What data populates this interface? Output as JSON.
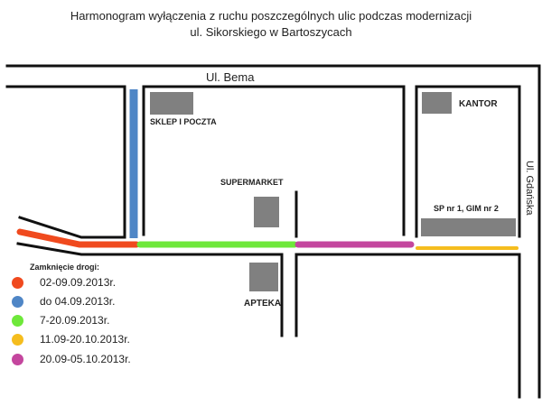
{
  "title": {
    "line1": "Harmonogram wyłączenia z ruchu poszczególnych ulic podczas modernizacji",
    "line2": "ul. Sikorskiego w Bartoszycach"
  },
  "streets": {
    "bema": "Ul. Bema",
    "gdanska": "Ul. Gdańska"
  },
  "buildings": {
    "sklep": "SKLEP I POCZTA",
    "kantor": "KANTOR",
    "supermarket": "SUPERMARKET",
    "school": "SP nr 1, GIM nr 2",
    "apteka": "APTEKA"
  },
  "legend": {
    "title": "Zamknięcie drogi:",
    "items": [
      {
        "label": "02-09.09.2013r.",
        "color": "#f04a1e"
      },
      {
        "label": "do 04.09.2013r.",
        "color": "#4f86c6"
      },
      {
        "label": "7-20.09.2013r.",
        "color": "#6ee83a"
      },
      {
        "label": "11.09-20.10.2013r.",
        "color": "#f5bd1e"
      },
      {
        "label": "20.09-05.10.2013r.",
        "color": "#c4469e"
      }
    ]
  },
  "colors": {
    "road_line": "#111111",
    "building": "#808080"
  }
}
